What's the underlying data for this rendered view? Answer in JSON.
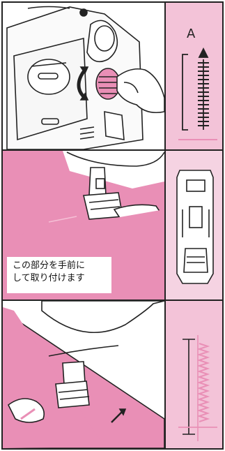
{
  "colors": {
    "accent_pink": "#e98fb6",
    "light_pink": "#f3c3d8",
    "ink": "#222222"
  },
  "panels": {
    "top": {
      "right_label": "A"
    },
    "middle": {
      "caption": "この部分を手前に\nして取り付けます"
    },
    "bottom": {}
  },
  "icons": [
    "sewing-machine-dial-illustration",
    "stitch-length-scale-icon",
    "presser-foot-attachment-illustration",
    "presser-foot-closeup-icon",
    "sewing-fabric-illustration",
    "zigzag-stitch-sample-icon"
  ]
}
